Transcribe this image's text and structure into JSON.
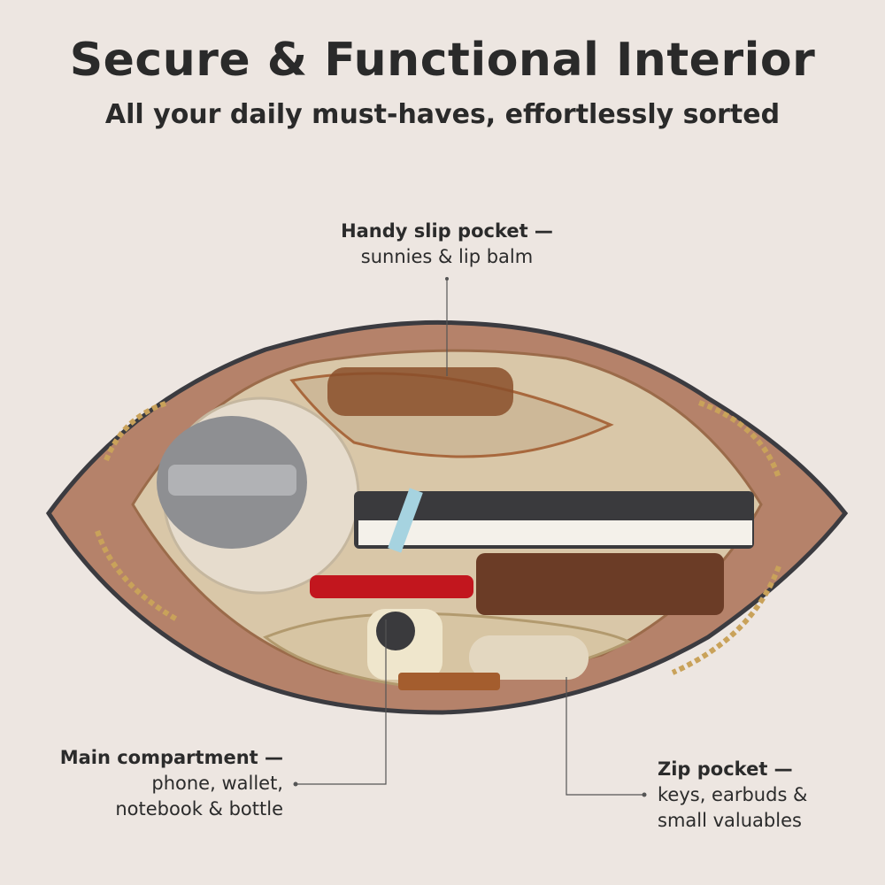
{
  "header": {
    "title": "Secure & Functional Interior",
    "subtitle": "All your daily must-haves, effortlessly sorted"
  },
  "callouts": [
    {
      "heading": "Handy slip pocket —",
      "detail": "sunnies & lip balm"
    },
    {
      "heading": "Main compartment —",
      "detail_1": "phone, wallet,",
      "detail_2": "notebook & bottle"
    },
    {
      "heading": "Zip pocket —",
      "detail_1": "keys, earbuds &",
      "detail_2": "small valuables"
    }
  ],
  "colors": {
    "background": "#ede6e1",
    "leather": "#b07a5c",
    "lining": "#d9c7a8",
    "trim": "#3b3b40"
  }
}
